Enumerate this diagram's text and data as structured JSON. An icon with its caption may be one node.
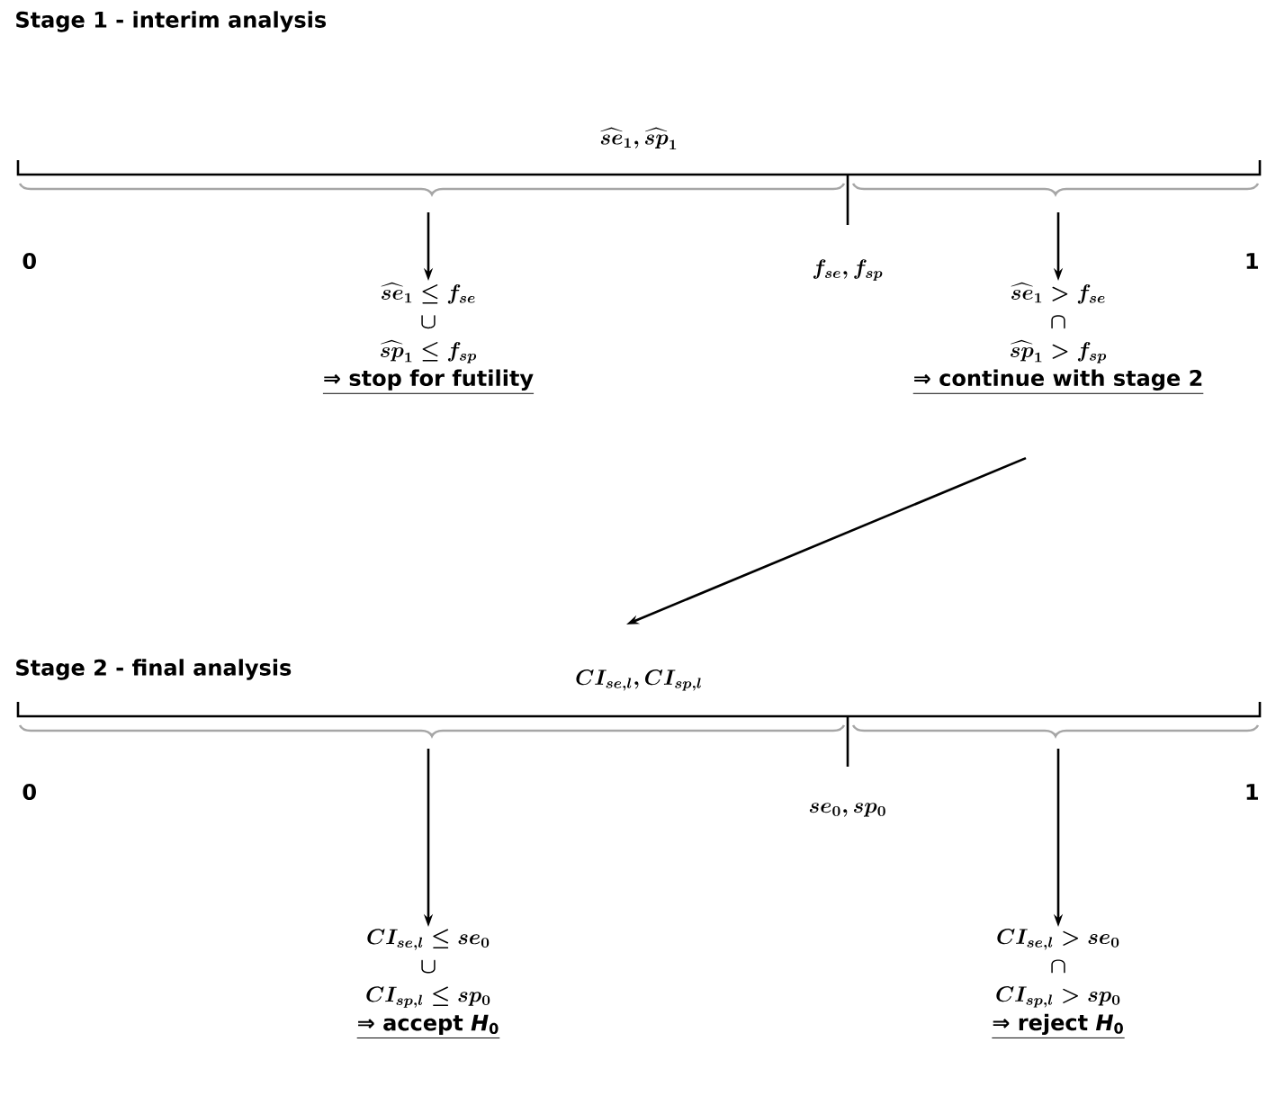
{
  "diagram": {
    "nodes": [
      {
        "text": [
          "\\widehat{se}_1 \\le f_{se}",
          "\\cup",
          "\\widehat{sp}_1 \\le f_{sp}",
          "⇒ stop for futility"
        ]
      },
      {
        "text": [
          "\\widehat{se}_1 > f_{se}",
          "\\cap",
          "\\widehat{sp}_1 > f_{sp}",
          "⇒ continue with stage 2"
        ]
      },
      {
        "text": [
          "CI_{se,l} \\le se_0",
          "\\cup",
          "CI_{sp,l} \\le sp_0",
          "⇒ accept *H*$_{0}$"
        ]
      },
      {
        "text": [
          "CI_{se,l} > se_0",
          "\\cap",
          "CI_{sp,l} > sp_0",
          "⇒ reject *H*$_{0}$"
        ]
      }
    ],
    "edges": [
      {
        "from": null,
        "to": 0,
        "arrow": "to"
      },
      {
        "from": null,
        "to": 1,
        "arrow": "to"
      },
      {
        "from": 1,
        "to": null,
        "arrow": "to"
      },
      {
        "from": null,
        "to": 2,
        "arrow": "to"
      },
      {
        "from": null,
        "to": 3,
        "arrow": "to"
      }
    ],
    "labels": [
      "Stage 1 - interim analysis",
      "\\widehat{se}_1 , \\widehat{sp}_1",
      "0",
      "f_{se} , f_{sp}",
      "1",
      "Stage 2 - final analysis",
      "CI_{se,l} , CI_{sp,l}",
      "0",
      "se_0 , sp_0",
      "1"
    ]
  }
}
